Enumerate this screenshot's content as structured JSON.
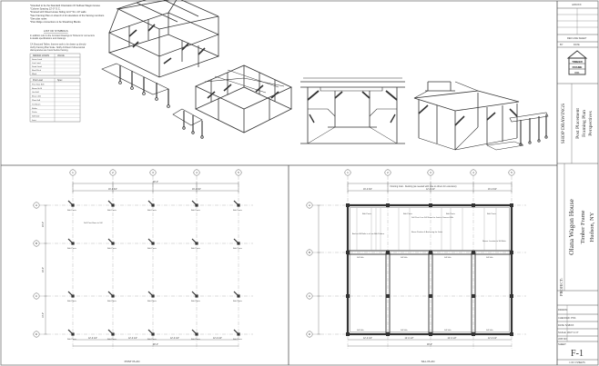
{
  "notes": {
    "lines": [
      "*Intended to be the Standard Orientation Of Sullivan Wagon House",
      "*Column Spacing 12'-0\" O.C.",
      "*Framed with Sheet House Siding 12-0\" W x 10' walls",
      "*See Framing Plan on sheet F-2 for elevations of the framing members",
      "*See plan notes",
      "*Post Ridge connections to be Sheathing Blocks"
    ],
    "legend_title": "LIST OF SYMBOLS",
    "legend_lines": [
      "In addition refer to the Contract Drawings & Timbers for connectors",
      "& details specifications and drawings",
      "",
      "CA Structural Tables, framers work to be drawn up directly",
      "Verify Framing Plan Scale. Notify Architect if dimensional",
      "discrepancies are found before framing."
    ]
  },
  "tables": {
    "t1": {
      "header": [
        "DESIGN LOADS",
        "VALUE"
      ],
      "rows": [
        "Snow Load",
        "Live Load",
        "Dead Load",
        "Roof Pitch",
        "Wind"
      ]
    },
    "t2": {
      "header": [
        "Post Load",
        "Spec"
      ],
      "rows": [
        "Post Size 8x8",
        "Beam 8x10",
        "Girt 6x8",
        "Brace 4x6",
        "Plate 8x8",
        "Tie Beam",
        "Rafter",
        "Purlin",
        "Sill 8x10",
        "Joist"
      ]
    }
  },
  "drawings": {
    "left_plan": {
      "title": "POST PLAN",
      "col_labels": [
        "1",
        "2",
        "3",
        "4",
        "5"
      ],
      "row_labels": [
        "A",
        "B",
        "C",
        "D"
      ],
      "top_dim": "48'-0\"",
      "top_subdims": [
        "16'-0 3/4\"",
        "16'-0 3/4\""
      ],
      "bottom_dims": [
        "12'-0 1/2\"",
        "12'-0 1/2\"",
        "12'-0 1/2\"",
        "12'-0 1/2\""
      ],
      "bottom_total": "48'-0\"",
      "left_dims": [
        "20'-0\"",
        "20'-0\"",
        "10'-0\""
      ],
      "note": "Drill Post Base to Sill",
      "post_label": "Bolt Posts"
    },
    "right_plan": {
      "title": "SILL PLAN",
      "col_labels": [
        "1",
        "2",
        "3",
        "4",
        "5"
      ],
      "row_labels": [
        "A",
        "B",
        "C",
        "D"
      ],
      "top_note": "Flooring Joist - Decking (as needed with note to others for extension)",
      "top_subdims": [
        "16'-0 3/4\"",
        "12'-0 1/2\"",
        "16'-0 3/4\""
      ],
      "bottom_dims": [
        "12'-0 1/2\"",
        "12'-0 1/2\"",
        "12'-0 1/2\"",
        "12'-0 1/2\""
      ],
      "bottom_total": "48'-0\"",
      "notes": [
        "Drill Post: Line Sill Shims for Joist to Connect Sills",
        "Beam Position & Anchoring for Joists",
        "Anchor Sill Bolts in a Line Bolt Pattern",
        "Nearer Location to Sill Bolts"
      ],
      "sill_label": "Sill Sills",
      "post_label": "Bolt Posts"
    }
  },
  "titleblock": {
    "top_date": "4/26/XX",
    "top_rows": [
      "RED LINE SHEET",
      "BY",
      "DATE"
    ],
    "company": {
      "line1": "TIMBER",
      "line2": "FRAME",
      "line3": "CO."
    },
    "sheet_title": [
      "SHOP DRAWINGS",
      "Post Placement",
      "Framing Plan",
      "Perspectives"
    ],
    "project_name": "Olana Wagon House",
    "project_sub1": "Timber Frame",
    "project_sub2": "Hudson, NY",
    "project_label": "PROJECT:",
    "info_rows": [
      "DRAWN: ",
      "CHECKED:  PSS",
      "DATE:  5/18/XX",
      "SCALE:  3/16\"=1'-0\"",
      "JOB NO:",
      "SHEET:"
    ],
    "sheet_number": "F-1",
    "sheet_of": "1 OF 3 SHEETS"
  },
  "colors": {
    "line": "#444444",
    "grid": "#888888",
    "accent": "#222222"
  }
}
